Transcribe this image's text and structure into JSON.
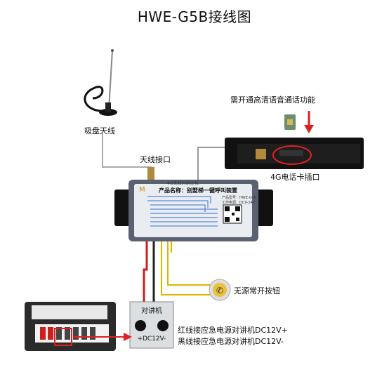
{
  "title": "HWE-G5B接线图",
  "labels": {
    "suction_antenna": "吸盘天线",
    "antenna_port": "天线接口",
    "hd_voice_note": "需开通高清语音通话功能",
    "sim_slot": "4G电话卡插口",
    "passive_button": "无源常开按钮",
    "red_wire_note": "红线接应急电源对讲机DC12V+",
    "black_wire_note": "黑线接应急电源对讲机DC12V-"
  },
  "device": {
    "brand_mark": "M",
    "header_small": "4G无线对讲主机",
    "product_name": "产品名称：别墅梯一键呼叫装置",
    "model_line": "产品型号：HWE-G5B",
    "power_line": "工作电源：DC9-24V"
  },
  "intercom_box": {
    "top_label": "对讲机",
    "bottom_label": "+DC12V-"
  },
  "colors": {
    "red_wire": "#cc1f1f",
    "black_wire": "#222222",
    "yellow_wire": "#e0b500",
    "gray_wire": "#9a9a9a",
    "device_panel": "#e9edf2",
    "arrow_red": "#e02020"
  }
}
